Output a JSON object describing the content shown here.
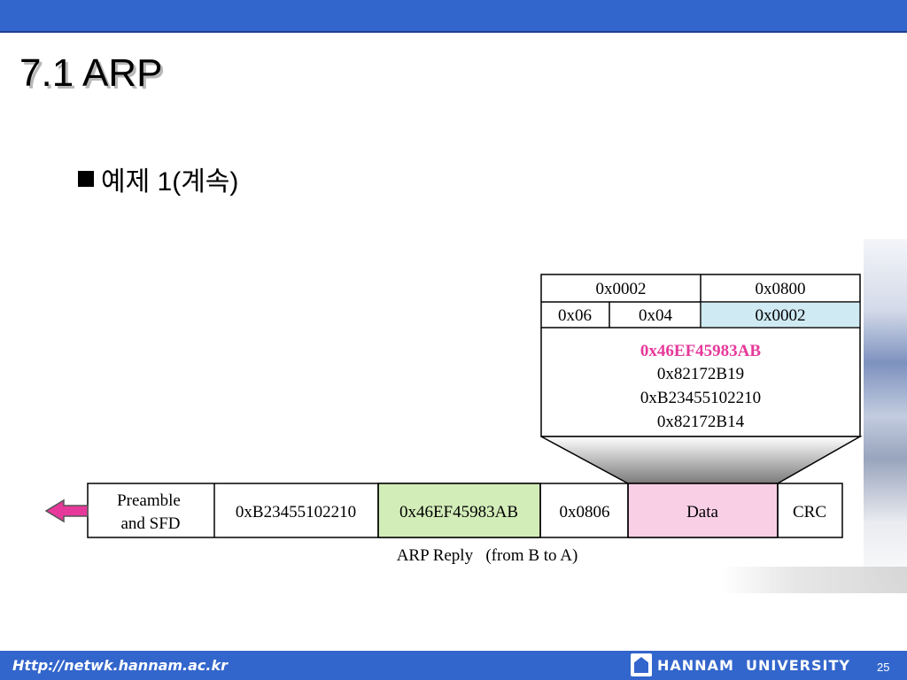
{
  "slide": {
    "title": "7.1 ARP",
    "bullet": "예제 1(계속)"
  },
  "arp_packet": {
    "row1": {
      "hardware_type": "0x0002",
      "protocol_type": "0x0800"
    },
    "row2": {
      "hw_len": "0x06",
      "proto_len": "0x04",
      "operation": "0x0002"
    },
    "addresses": [
      "0x46EF45983AB",
      "0x82172B19",
      "0xB23455102210",
      "0x82172B14"
    ]
  },
  "frame": {
    "preamble": [
      "Preamble",
      "and SFD"
    ],
    "dest": "0xB23455102210",
    "src": "0x46EF45983AB",
    "type": "0x0806",
    "data": "Data",
    "crc": "CRC",
    "caption": "ARP Reply   (from B to A)"
  },
  "colors": {
    "accent_blue": "#3366cc",
    "highlight_magenta": "#e6399b",
    "operation_fill": "#cfeaf3",
    "src_fill": "#d3edb9",
    "data_fill": "#f9cfe6",
    "arrow_fill": "#e6399b"
  },
  "footer": {
    "url": "Http://netwk.hannam.ac.kr",
    "university": "HANNAM  UNIVERSITY",
    "page": "25",
    "logo_icon": "hannam-logo-icon"
  }
}
